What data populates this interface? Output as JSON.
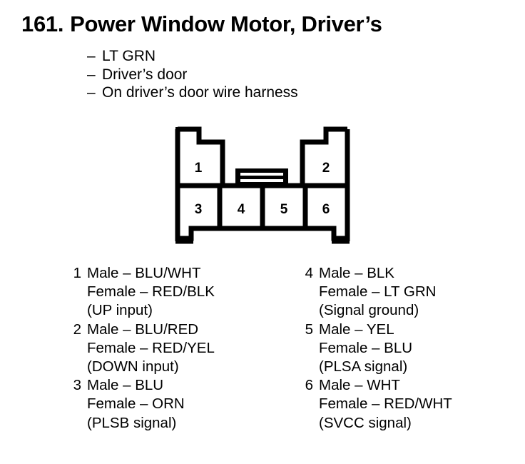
{
  "heading": {
    "number": "161.",
    "title": "Power Window Motor, Driver’s"
  },
  "notes": {
    "dash": "–",
    "items": [
      "LT GRN",
      "Driver’s door",
      "On driver’s door wire harness"
    ]
  },
  "connector": {
    "name": "6-way-connector-face-view",
    "pin_labels": [
      "1",
      "2",
      "3",
      "4",
      "5",
      "6"
    ],
    "outline_color": "#000000",
    "fill_color": "#ffffff",
    "top_row": [
      "1",
      "2"
    ],
    "bottom_row": [
      "3",
      "4",
      "5",
      "6"
    ],
    "latch": "center-locking-tab"
  },
  "pins": {
    "left_column": [
      {
        "number": "1",
        "male": "Male – BLU/WHT",
        "female": "Female – RED/BLK",
        "function": "(UP input)"
      },
      {
        "number": "2",
        "male": "Male – BLU/RED",
        "female": "Female – RED/YEL",
        "function": "(DOWN input)"
      },
      {
        "number": "3",
        "male": "Male – BLU",
        "female": "Female – ORN",
        "function": "(PLSB signal)"
      }
    ],
    "right_column": [
      {
        "number": "4",
        "male": "Male – BLK",
        "female": "Female – LT GRN",
        "function": "(Signal ground)"
      },
      {
        "number": "5",
        "male": "Male – YEL",
        "female": "Female – BLU",
        "function": "(PLSA signal)"
      },
      {
        "number": "6",
        "male": "Male – WHT",
        "female": "Female – RED/WHT",
        "function": "(SVCC signal)"
      }
    ]
  }
}
